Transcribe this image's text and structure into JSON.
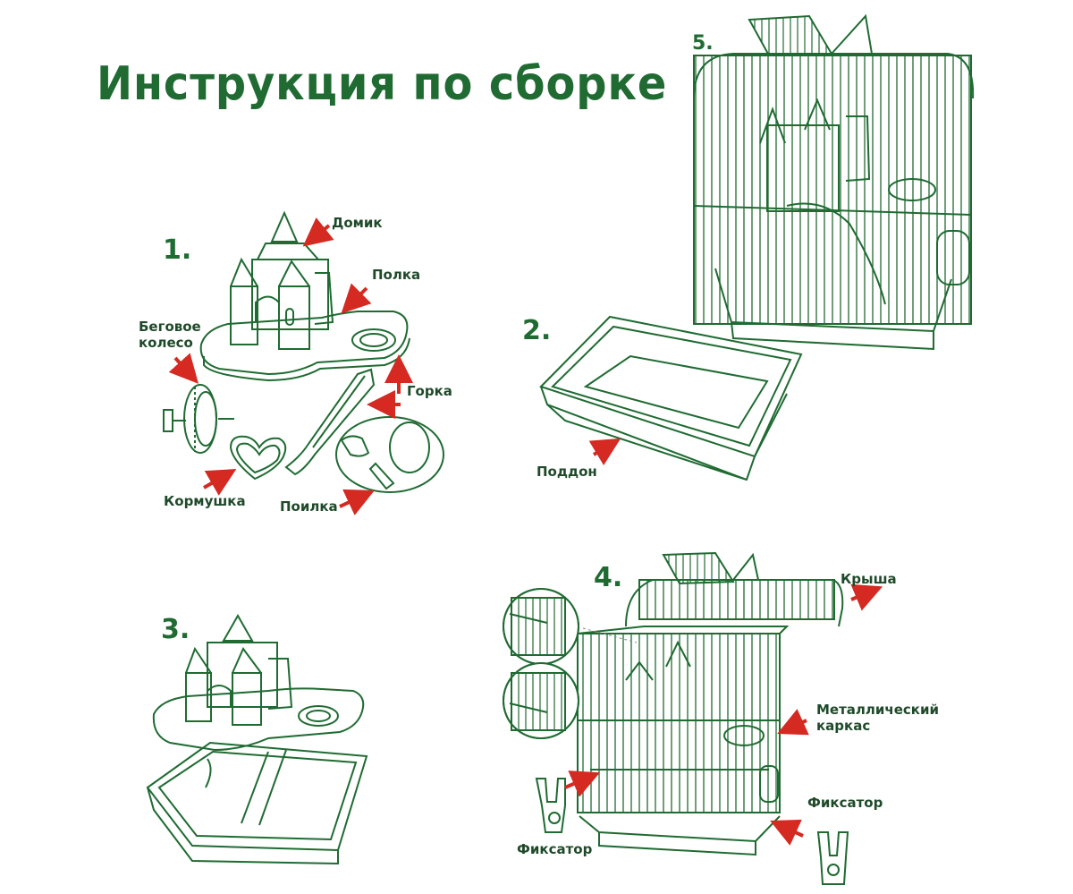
{
  "title": "Инструкция по сборке",
  "steps": {
    "s1": "1.",
    "s2": "2.",
    "s3": "3.",
    "s4": "4.",
    "s5": "5."
  },
  "labels": {
    "domik": "Домик",
    "polka": "Полка",
    "begovoe_koleso_1": "Беговое",
    "begovoe_koleso_2": "колесо",
    "gorka": "Горка",
    "kormushka": "Кормушка",
    "poilka": "Поилка",
    "poddon": "Поддон",
    "krysha": "Крыша",
    "karkas_1": "Металлический",
    "karkas_2": "каркас",
    "fiksator_right": "Фиксатор",
    "fiksator_left": "Фиксатор"
  },
  "colors": {
    "line": "#1f6b32",
    "arrow": "#d42a22",
    "text": "#1f4a2a"
  }
}
